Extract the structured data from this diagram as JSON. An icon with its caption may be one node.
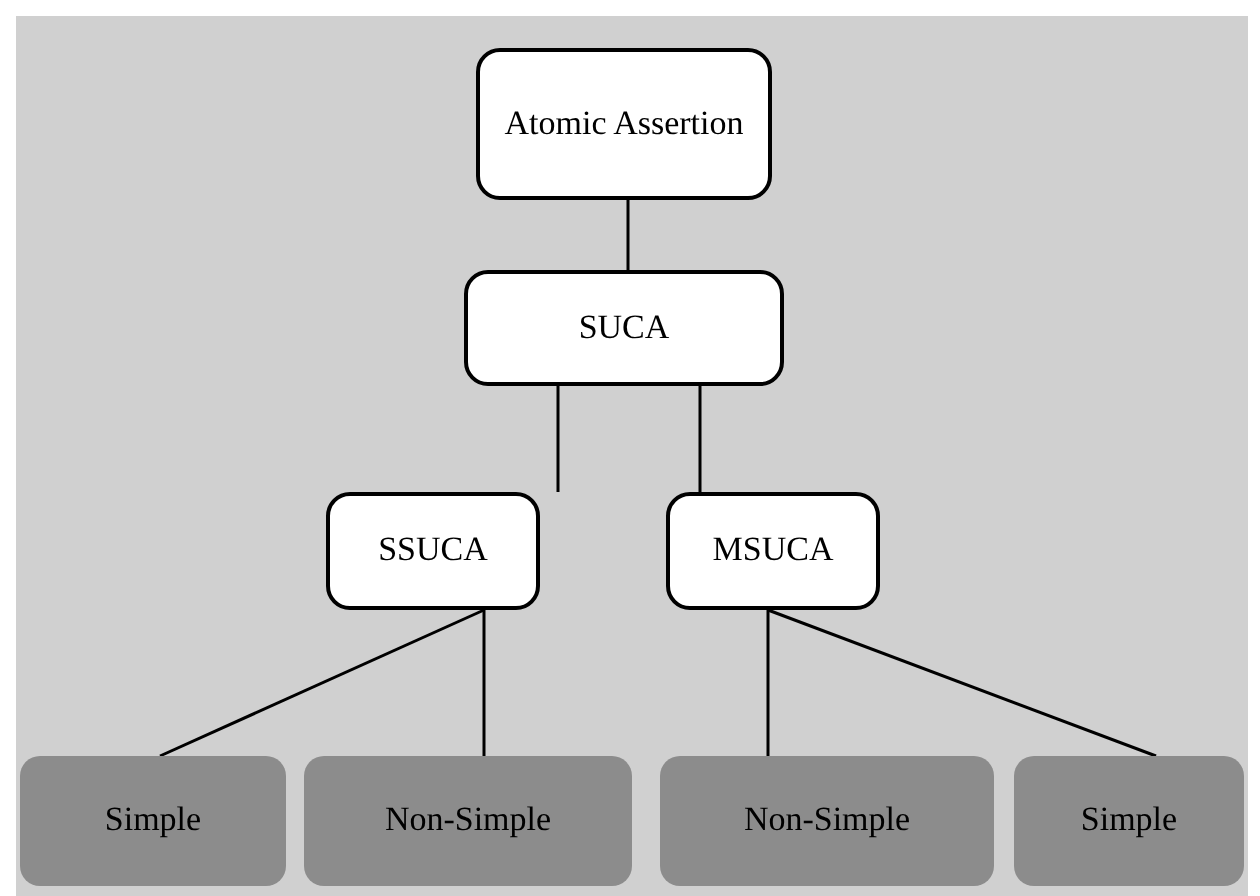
{
  "diagram": {
    "nodes": [
      {
        "text": [
          "Atomic Assertion"
        ]
      },
      {
        "text": [
          "SUCA"
        ]
      },
      {
        "text": [
          "SSUCA"
        ]
      },
      {
        "text": [
          "MSUCA"
        ]
      },
      {
        "text": [
          "Simple"
        ]
      },
      {
        "text": [
          "Non-Simple"
        ]
      },
      {
        "text": [
          "Non-Simple"
        ]
      },
      {
        "text": [
          "Simple"
        ]
      }
    ],
    "edges": [
      {
        "from": 0,
        "to": 1,
        "arrow": "none"
      },
      {
        "from": 1,
        "to": 2,
        "arrow": "none"
      },
      {
        "from": 1,
        "to": 3,
        "arrow": "none"
      },
      {
        "from": 2,
        "to": 4,
        "arrow": "none"
      },
      {
        "from": 2,
        "to": 5,
        "arrow": "none"
      },
      {
        "from": 3,
        "to": 6,
        "arrow": "none"
      },
      {
        "from": 3,
        "to": 7,
        "arrow": "none"
      }
    ]
  }
}
